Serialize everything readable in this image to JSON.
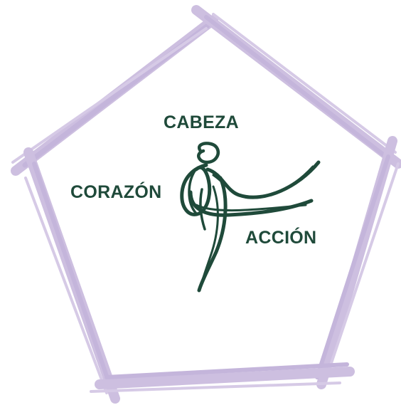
{
  "labels": {
    "head": "CABEZA",
    "heart": "CORAZÓN",
    "action": "ACCIÓN"
  },
  "colors": {
    "frame": "#cdbfe0",
    "frame_dark": "#bfb0d6",
    "figure": "#1f4a3a",
    "text": "#1f4a3a",
    "background": "#ffffff"
  },
  "icons": {
    "frame": "pentagon-house-frame-icon",
    "figure": "person-figure-icon"
  }
}
